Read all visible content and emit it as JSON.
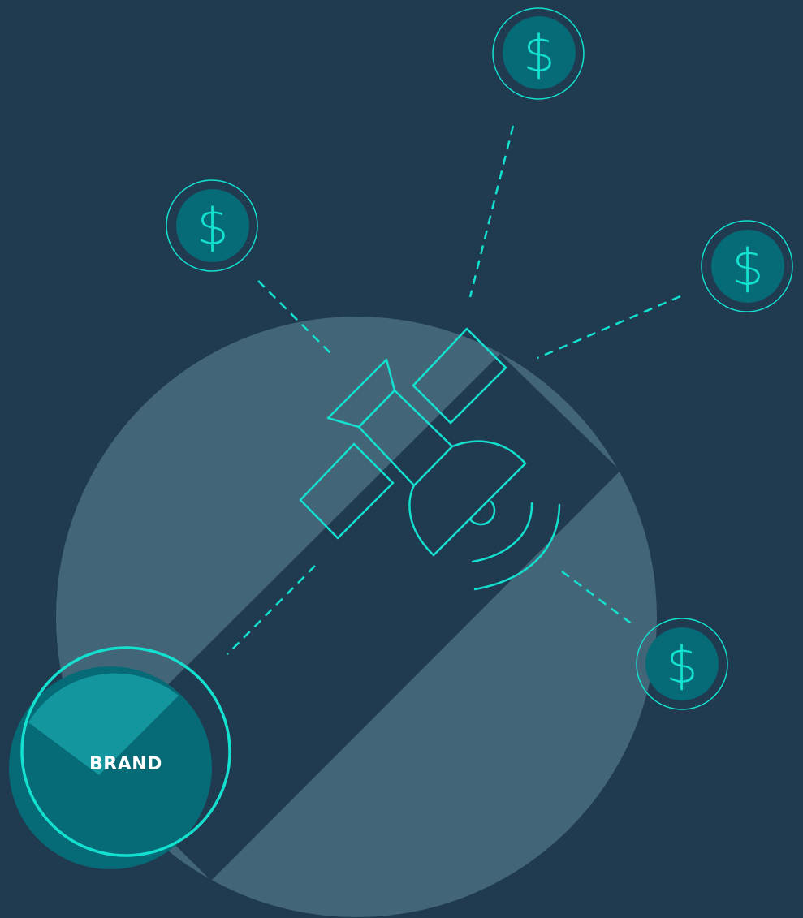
{
  "brand": {
    "label": "BRAND"
  },
  "coins": [
    {
      "name": "coin-top",
      "symbol": "$"
    },
    {
      "name": "coin-left",
      "symbol": "$"
    },
    {
      "name": "coin-right",
      "symbol": "$"
    },
    {
      "name": "coin-bottom-right",
      "symbol": "$"
    }
  ],
  "colors": {
    "background": "#203a50",
    "globe": "#426578",
    "accent": "#14e0cf",
    "teal_fill": "#066a77",
    "brand_fill": "#13969d"
  }
}
